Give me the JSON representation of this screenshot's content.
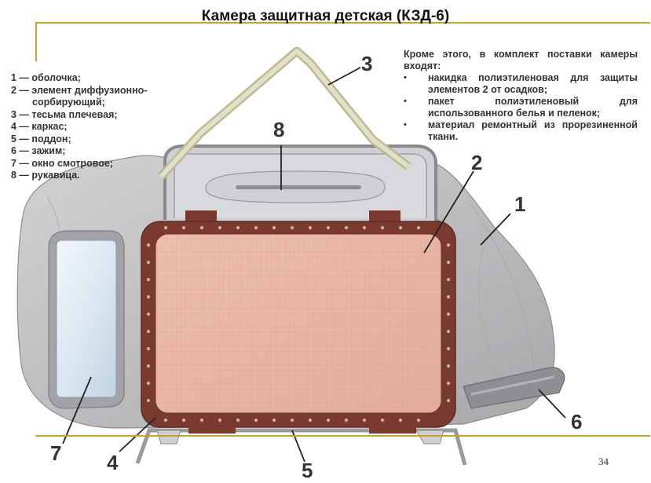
{
  "title": "Камера защитная детская (КЗД-6)",
  "legend": [
    {
      "number": "1",
      "text": "1 — оболочка;"
    },
    {
      "number": "2",
      "text": "2 — элемент диффузионно-",
      "continuation": "сорбирующий;"
    },
    {
      "number": "3",
      "text": "3 — тесьма плечевая;"
    },
    {
      "number": "4",
      "text": "4 — каркас;"
    },
    {
      "number": "5",
      "text": "5 — поддон;"
    },
    {
      "number": "6",
      "text": "6 — зажим;"
    },
    {
      "number": "7",
      "text": "7 — окно смотровое;"
    },
    {
      "number": "8",
      "text": "8 — рукавица."
    }
  ],
  "extra": {
    "intro": "Кроме этого, в комплект поставки камеры входят:",
    "items": [
      "накидка полиэтиленовая для защиты элементов 2 от осадков;",
      "пакет полиэтиленовый для использованного белья и пеленок;",
      "материал ремонтный из прорезиненной ткани."
    ]
  },
  "callouts": {
    "n1": "1",
    "n2": "2",
    "n3": "3",
    "n4": "4",
    "n5": "5",
    "n6": "6",
    "n7": "7",
    "n8": "8"
  },
  "page_number": "34",
  "colors": {
    "accent_line": "#c9a226",
    "shell": "#b9b9bb",
    "panel": "#e8b7a6",
    "frame": "#7a3a30",
    "window": "#dfe9f2",
    "strap": "#c9c6a6"
  }
}
